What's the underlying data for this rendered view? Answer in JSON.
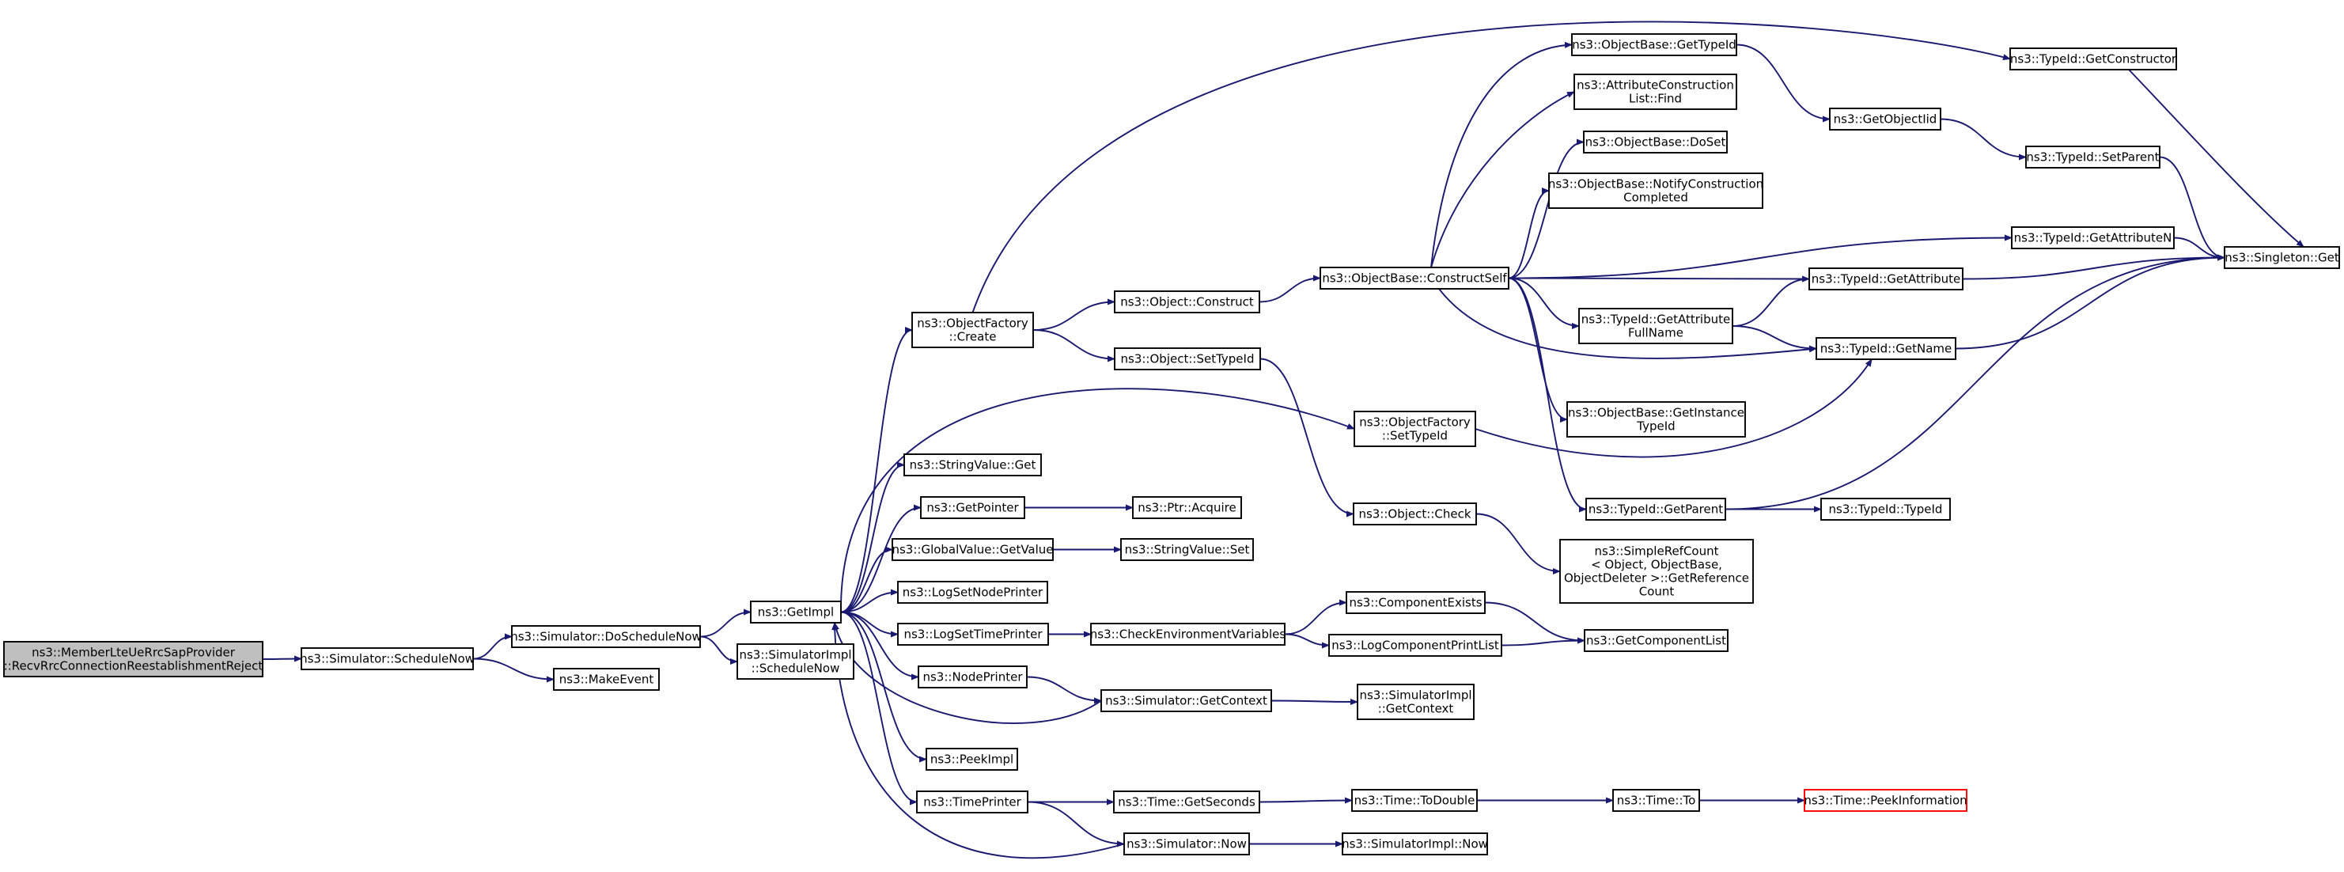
{
  "graph": {
    "edge_color": "#191970",
    "root_fill": "#bfbfbf",
    "highlight_border": "#ff0000",
    "nodes": [
      {
        "id": "root",
        "lines": [
          "ns3::MemberLteUeRrcSapProvider",
          "::RecvRrcConnectionReestablishmentReject"
        ],
        "style": "root"
      },
      {
        "id": "schedNow",
        "lines": [
          "ns3::Simulator::ScheduleNow"
        ]
      },
      {
        "id": "doSchedNow",
        "lines": [
          "ns3::Simulator::DoScheduleNow"
        ]
      },
      {
        "id": "makeEvent",
        "lines": [
          "ns3::MakeEvent"
        ]
      },
      {
        "id": "getImpl",
        "lines": [
          "ns3::GetImpl"
        ]
      },
      {
        "id": "simImplSchedNow",
        "lines": [
          "ns3::SimulatorImpl",
          "::ScheduleNow"
        ]
      },
      {
        "id": "ofCreate",
        "lines": [
          "ns3::ObjectFactory",
          "::Create"
        ]
      },
      {
        "id": "strValGet",
        "lines": [
          "ns3::StringValue::Get"
        ]
      },
      {
        "id": "getPointer",
        "lines": [
          "ns3::GetPointer"
        ]
      },
      {
        "id": "gvGetValue",
        "lines": [
          "ns3::GlobalValue::GetValue"
        ]
      },
      {
        "id": "logNodePrinter",
        "lines": [
          "ns3::LogSetNodePrinter"
        ]
      },
      {
        "id": "logTimePrinter",
        "lines": [
          "ns3::LogSetTimePrinter"
        ]
      },
      {
        "id": "nodePrinter",
        "lines": [
          "ns3::NodePrinter"
        ]
      },
      {
        "id": "peekImpl",
        "lines": [
          "ns3::PeekImpl"
        ]
      },
      {
        "id": "timePrinter",
        "lines": [
          "ns3::TimePrinter"
        ]
      },
      {
        "id": "objConstruct",
        "lines": [
          "ns3::Object::Construct"
        ]
      },
      {
        "id": "objSetTypeId",
        "lines": [
          "ns3::Object::SetTypeId"
        ]
      },
      {
        "id": "ofSetTypeId",
        "lines": [
          "ns3::ObjectFactory",
          "::SetTypeId"
        ]
      },
      {
        "id": "ptrAcquire",
        "lines": [
          "ns3::Ptr::Acquire"
        ]
      },
      {
        "id": "strValSet",
        "lines": [
          "ns3::StringValue::Set"
        ]
      },
      {
        "id": "checkEnv",
        "lines": [
          "ns3::CheckEnvironmentVariables"
        ]
      },
      {
        "id": "simGetContext",
        "lines": [
          "ns3::Simulator::GetContext"
        ]
      },
      {
        "id": "timeGetSeconds",
        "lines": [
          "ns3::Time::GetSeconds"
        ]
      },
      {
        "id": "simNow",
        "lines": [
          "ns3::Simulator::Now"
        ]
      },
      {
        "id": "obConstructSelf",
        "lines": [
          "ns3::ObjectBase::ConstructSelf"
        ]
      },
      {
        "id": "objCheck",
        "lines": [
          "ns3::Object::Check"
        ]
      },
      {
        "id": "compExists",
        "lines": [
          "ns3::ComponentExists"
        ]
      },
      {
        "id": "logCompPrintList",
        "lines": [
          "ns3::LogComponentPrintList"
        ]
      },
      {
        "id": "simImplGetContext",
        "lines": [
          "ns3::SimulatorImpl",
          "::GetContext"
        ]
      },
      {
        "id": "timeToDouble",
        "lines": [
          "ns3::Time::ToDouble"
        ]
      },
      {
        "id": "simImplNow",
        "lines": [
          "ns3::SimulatorImpl::Now"
        ]
      },
      {
        "id": "obGetTypeId",
        "lines": [
          "ns3::ObjectBase::GetTypeId"
        ]
      },
      {
        "id": "acListFind",
        "lines": [
          "ns3::AttributeConstruction",
          "List::Find"
        ]
      },
      {
        "id": "obDoSet",
        "lines": [
          "ns3::ObjectBase::DoSet"
        ]
      },
      {
        "id": "obNotify",
        "lines": [
          "ns3::ObjectBase::NotifyConstruction",
          "Completed"
        ]
      },
      {
        "id": "tidGetAttrFullName",
        "lines": [
          "ns3::TypeId::GetAttribute",
          "FullName"
        ]
      },
      {
        "id": "obGetInstanceTypeId",
        "lines": [
          "ns3::ObjectBase::GetInstance",
          "TypeId"
        ]
      },
      {
        "id": "tidGetParent",
        "lines": [
          "ns3::TypeId::GetParent"
        ]
      },
      {
        "id": "simpleRefCount",
        "lines": [
          "ns3::SimpleRefCount",
          "< Object, ObjectBase,",
          "ObjectDeleter >::GetReference",
          "Count"
        ]
      },
      {
        "id": "getCompList",
        "lines": [
          "ns3::GetComponentList"
        ]
      },
      {
        "id": "timeTo",
        "lines": [
          "ns3::Time::To"
        ]
      },
      {
        "id": "getObjectIid",
        "lines": [
          "ns3::GetObjectIid"
        ]
      },
      {
        "id": "tidGetAttrN",
        "lines": [
          "ns3::TypeId::GetAttributeN"
        ]
      },
      {
        "id": "tidGetAttr",
        "lines": [
          "ns3::TypeId::GetAttribute"
        ]
      },
      {
        "id": "tidGetName",
        "lines": [
          "ns3::TypeId::GetName"
        ]
      },
      {
        "id": "tidTypeId",
        "lines": [
          "ns3::TypeId::TypeId"
        ]
      },
      {
        "id": "timePeekInfo",
        "lines": [
          "ns3::Time::PeekInformation"
        ],
        "style": "highlight"
      },
      {
        "id": "tidGetConstructor",
        "lines": [
          "ns3::TypeId::GetConstructor"
        ]
      },
      {
        "id": "tidSetParent",
        "lines": [
          "ns3::TypeId::SetParent"
        ]
      },
      {
        "id": "singletonGet",
        "lines": [
          "ns3::Singleton::Get"
        ]
      }
    ],
    "edges": [
      [
        "root",
        "schedNow"
      ],
      [
        "schedNow",
        "doSchedNow"
      ],
      [
        "schedNow",
        "makeEvent"
      ],
      [
        "doSchedNow",
        "getImpl"
      ],
      [
        "doSchedNow",
        "simImplSchedNow"
      ],
      [
        "getImpl",
        "ofCreate"
      ],
      [
        "getImpl",
        "ofSetTypeId"
      ],
      [
        "getImpl",
        "strValGet"
      ],
      [
        "getImpl",
        "getPointer"
      ],
      [
        "getImpl",
        "gvGetValue"
      ],
      [
        "getImpl",
        "logNodePrinter"
      ],
      [
        "getImpl",
        "logTimePrinter"
      ],
      [
        "getImpl",
        "nodePrinter"
      ],
      [
        "getImpl",
        "peekImpl"
      ],
      [
        "getImpl",
        "timePrinter"
      ],
      [
        "simGetContext",
        "getImpl"
      ],
      [
        "simNow",
        "getImpl"
      ],
      [
        "ofCreate",
        "objConstruct"
      ],
      [
        "ofCreate",
        "objSetTypeId"
      ],
      [
        "ofCreate",
        "tidGetConstructor"
      ],
      [
        "objConstruct",
        "obConstructSelf"
      ],
      [
        "objSetTypeId",
        "objCheck"
      ],
      [
        "ofSetTypeId",
        "tidGetName"
      ],
      [
        "getPointer",
        "ptrAcquire"
      ],
      [
        "gvGetValue",
        "strValSet"
      ],
      [
        "logTimePrinter",
        "checkEnv"
      ],
      [
        "nodePrinter",
        "simGetContext"
      ],
      [
        "timePrinter",
        "timeGetSeconds"
      ],
      [
        "timePrinter",
        "simNow"
      ],
      [
        "checkEnv",
        "compExists"
      ],
      [
        "checkEnv",
        "logCompPrintList"
      ],
      [
        "simGetContext",
        "simImplGetContext"
      ],
      [
        "timeGetSeconds",
        "timeToDouble"
      ],
      [
        "simNow",
        "simImplNow"
      ],
      [
        "obConstructSelf",
        "obGetTypeId"
      ],
      [
        "obConstructSelf",
        "acListFind"
      ],
      [
        "obConstructSelf",
        "obDoSet"
      ],
      [
        "obConstructSelf",
        "obNotify"
      ],
      [
        "obConstructSelf",
        "tidGetAttrN"
      ],
      [
        "obConstructSelf",
        "tidGetAttr"
      ],
      [
        "obConstructSelf",
        "tidGetAttrFullName"
      ],
      [
        "obConstructSelf",
        "tidGetName"
      ],
      [
        "obConstructSelf",
        "obGetInstanceTypeId"
      ],
      [
        "obConstructSelf",
        "tidGetParent"
      ],
      [
        "objCheck",
        "simpleRefCount"
      ],
      [
        "compExists",
        "getCompList"
      ],
      [
        "logCompPrintList",
        "getCompList"
      ],
      [
        "timeToDouble",
        "timeTo"
      ],
      [
        "timeTo",
        "timePeekInfo"
      ],
      [
        "obGetTypeId",
        "getObjectIid"
      ],
      [
        "getObjectIid",
        "tidSetParent"
      ],
      [
        "tidGetAttrFullName",
        "tidGetAttr"
      ],
      [
        "tidGetAttrFullName",
        "tidGetName"
      ],
      [
        "tidGetParent",
        "tidTypeId"
      ],
      [
        "tidGetParent",
        "singletonGet"
      ],
      [
        "tidGetConstructor",
        "singletonGet"
      ],
      [
        "tidSetParent",
        "singletonGet"
      ],
      [
        "tidGetAttrN",
        "singletonGet"
      ],
      [
        "tidGetAttr",
        "singletonGet"
      ],
      [
        "tidGetName",
        "singletonGet"
      ]
    ]
  }
}
